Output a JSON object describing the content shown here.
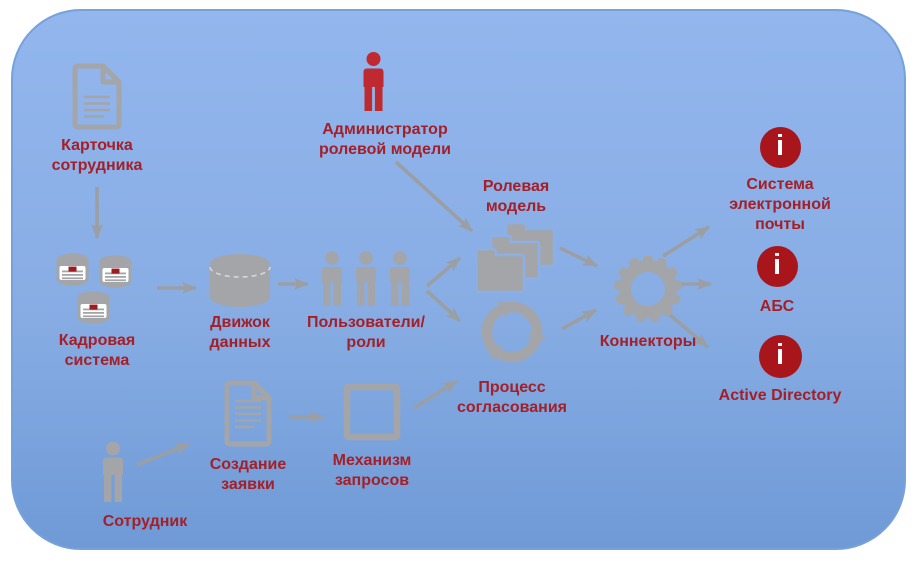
{
  "theme": {
    "panel-top": "#92B6ED",
    "panel-mid": "#88ADE4",
    "panel-bottom": "#6F9AD6",
    "panel-border": "#76A1DB",
    "label-red": "#A41F27",
    "icon-gray": "#A3A5A8",
    "arrow-gray": "#9B9FA3",
    "figure-red": "#BE2A30",
    "info-red": "#A8161C",
    "db-mark-red": "#9E1B20"
  },
  "nodes": {
    "employee_card": {
      "label": "Карточка\nсотрудника",
      "icon": "document-icon"
    },
    "hr_system": {
      "label": "Кадровая\nсистема",
      "icon": "database-cluster-icon"
    },
    "data_engine": {
      "label": "Движок\nданных",
      "icon": "database-cylinder-icon"
    },
    "role_admin": {
      "label": "Администратор\nролевой модели",
      "icon": "person-icon"
    },
    "users_roles": {
      "label": "Пользователи/\nроли",
      "icon": "user-group-icon"
    },
    "role_model": {
      "label": "Ролевая\nмодель",
      "icon": "folder-stack-icon"
    },
    "approval_process": {
      "label": "Процесс\nсогласования",
      "icon": "cycle-arrows-icon"
    },
    "connectors": {
      "label": "Коннекторы",
      "icon": "gear-icon"
    },
    "email_system": {
      "label": "Система\nэлектронной\nпочты",
      "icon": "info-icon",
      "badge": "i"
    },
    "abs": {
      "label": "АБС",
      "icon": "info-icon",
      "badge": "i"
    },
    "active_directory": {
      "label": "Active Directory",
      "icon": "info-icon",
      "badge": "i"
    },
    "employee": {
      "label": "Сотрудник",
      "icon": "person-icon"
    },
    "request_creation": {
      "label": "Создание\nзаявки",
      "icon": "document-icon"
    },
    "request_mechanism": {
      "label": "Механизм\nзапросов",
      "icon": "square-icon"
    }
  },
  "edges": [
    {
      "from": "employee_card",
      "to": "hr_system"
    },
    {
      "from": "hr_system",
      "to": "data_engine"
    },
    {
      "from": "data_engine",
      "to": "users_roles"
    },
    {
      "from": "users_roles",
      "to": "role_model"
    },
    {
      "from": "users_roles",
      "to": "approval_process"
    },
    {
      "from": "role_admin",
      "to": "role_model"
    },
    {
      "from": "role_model",
      "to": "connectors"
    },
    {
      "from": "approval_process",
      "to": "connectors"
    },
    {
      "from": "connectors",
      "to": "email_system"
    },
    {
      "from": "connectors",
      "to": "abs"
    },
    {
      "from": "connectors",
      "to": "active_directory"
    },
    {
      "from": "employee",
      "to": "request_creation"
    },
    {
      "from": "request_creation",
      "to": "request_mechanism"
    },
    {
      "from": "request_mechanism",
      "to": "approval_process"
    }
  ]
}
